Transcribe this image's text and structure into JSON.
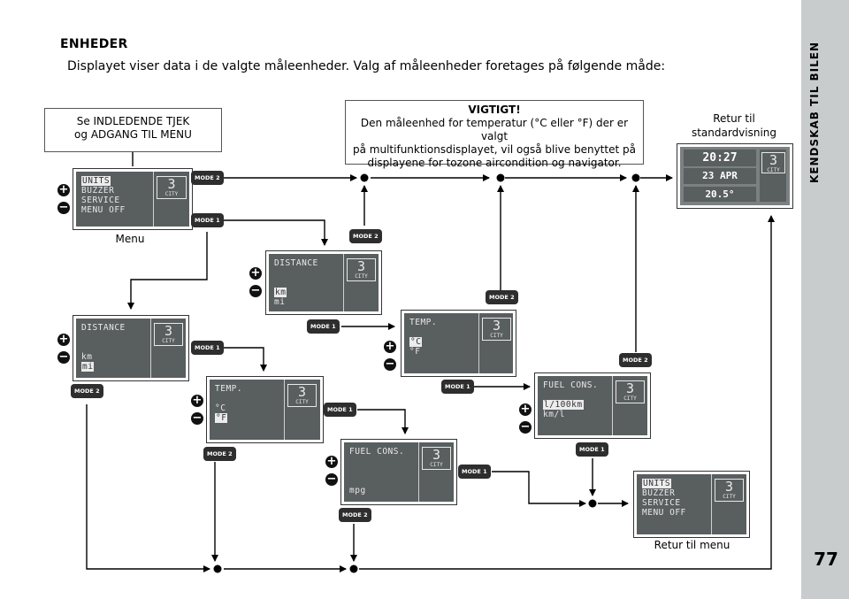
{
  "sidebar": {
    "title": "KENDSKAB TIL BILEN",
    "page_number": "77"
  },
  "heading": "ENHEDER",
  "intro": "Displayet viser data i de valgte måleenheder. Valg af måleenheder foretages på følgende måde:",
  "note": {
    "line1": "Se INDLEDENDE TJEK",
    "line2": "og ADGANG TIL MENU"
  },
  "warning": {
    "title": "VIGTIGT!",
    "line1": "Den måleenhed for temperatur (°C eller °F) der er valgt",
    "line2": "på multifunktionsdisplayet, vil også blive benyttet på",
    "line3": "displayene for tozone aircondition og navigator."
  },
  "labels": {
    "menu": "Menu",
    "return_std_1": "Retur til",
    "return_std_2": "standardvisning",
    "return_menu": "Retur til menu"
  },
  "buttons": {
    "mode1": "MODE 1",
    "mode2": "MODE 2",
    "plus": "+",
    "minus": "−"
  },
  "icon": {
    "number": "3",
    "caption": "CITY"
  },
  "screens": {
    "menu": {
      "lines": [
        "UNITS",
        "BUZZER",
        "SERVICE",
        "MENU OFF"
      ],
      "highlight": "UNITS"
    },
    "distance_km": {
      "lines": [
        "DISTANCE",
        "",
        "",
        "km",
        "mi"
      ],
      "highlight": "km"
    },
    "distance_mi": {
      "lines": [
        "DISTANCE",
        "",
        "",
        "km",
        "mi"
      ],
      "highlight": "mi"
    },
    "temp_c": {
      "lines": [
        "TEMP.",
        "",
        "°C",
        "°F"
      ],
      "highlight": "°C"
    },
    "temp_f": {
      "lines": [
        "TEMP.",
        "",
        "°C",
        "°F"
      ],
      "highlight": "°F"
    },
    "fuel_l100": {
      "lines": [
        "FUEL CONS.",
        "",
        "l/100km",
        "km/l"
      ],
      "highlight": "l/100km"
    },
    "fuel_mpg": {
      "lines": [
        "FUEL CONS.",
        "",
        "",
        "",
        "mpg"
      ],
      "highlight": ""
    },
    "menu_return": {
      "lines": [
        "UNITS",
        "BUZZER",
        "SERVICE",
        "MENU OFF"
      ],
      "highlight": "UNITS"
    }
  },
  "standard_display": {
    "time": "20:27",
    "date": "23 APR",
    "temp": "20.5°"
  },
  "icons": [
    "plus-icon",
    "minus-icon",
    "arrow-icon",
    "junction-dot-icon"
  ]
}
